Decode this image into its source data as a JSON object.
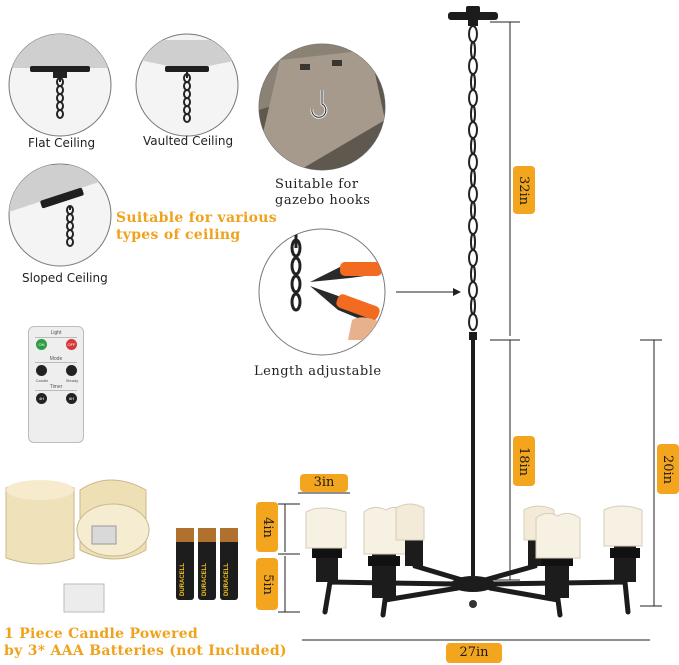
{
  "mounting": {
    "flat_label": "Flat Ceiling",
    "vaulted_label": "Vaulted Ceiling",
    "sloped_label": "Sloped Ceiling",
    "various_line1": "Suitable for various",
    "various_line2": "types of ceiling",
    "gazebo_line1": "Suitable for",
    "gazebo_line2": "gazebo hooks",
    "length_label": "Length adjustable"
  },
  "remote": {
    "light_label": "Light",
    "on_label": "ON",
    "off_label": "OFF",
    "mode_label": "Mode",
    "candle_label": "Candle",
    "steady_label": "Steady",
    "timer_label": "Timer",
    "timer_a": "4H",
    "timer_b": "8H"
  },
  "battery": {
    "brand": "DURACELL",
    "note_line1": "1 Piece Candle Powered",
    "note_line2": "by 3* AAA Batteries (not Included)"
  },
  "dimensions": {
    "chain": "32in",
    "rod": "18in",
    "total_height": "20in",
    "candle_width": "3in",
    "candle_height": "4in",
    "cup_height": "5in",
    "width": "27in"
  },
  "colors": {
    "accent": "#f3a51d",
    "fixture": "#1c1c1c",
    "candle": "#f7f1e4"
  }
}
